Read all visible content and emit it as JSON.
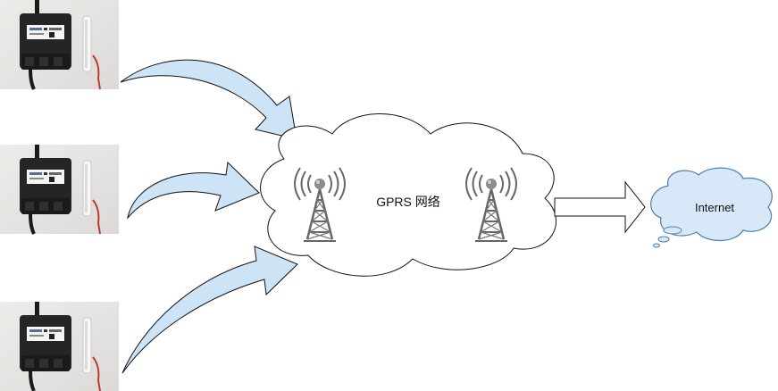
{
  "network": {
    "label": "GPRS 网络"
  },
  "internet": {
    "label": "Internet"
  },
  "devices": [
    {
      "icon": "sensor-device-photo",
      "count_index": 1
    },
    {
      "icon": "sensor-device-photo",
      "count_index": 2
    },
    {
      "icon": "sensor-device-photo",
      "count_index": 3
    }
  ],
  "colors": {
    "arrow_fill": "#cde3f6",
    "arrow_stroke": "#111111",
    "internet_cloud_fill": "#d7e8f8",
    "internet_cloud_stroke": "#4d7fb0",
    "device_body": "#252525",
    "photo_background": "#e9e8e5"
  }
}
